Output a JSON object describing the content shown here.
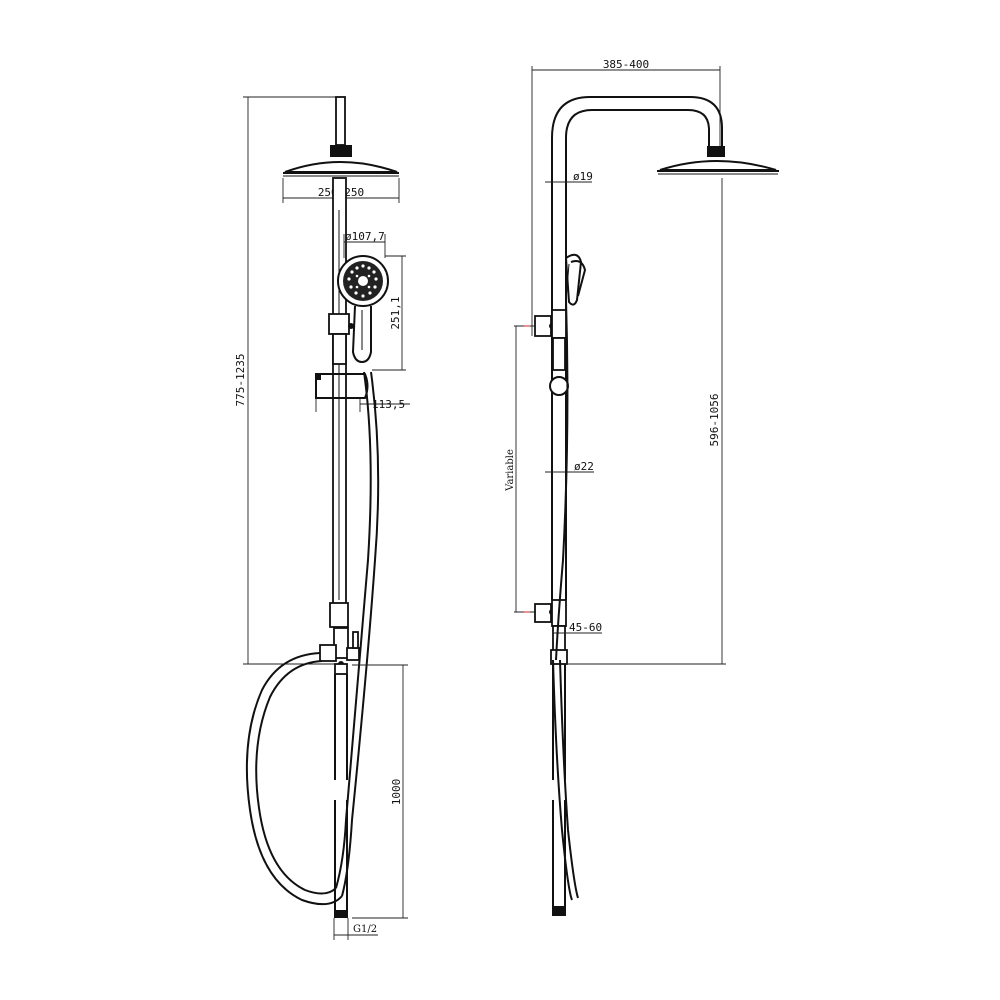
{
  "dimensions": {
    "head_size": "250*250",
    "handset_diameter": "ø107,7",
    "handset_height": "251,1",
    "holder_offset": "113,5",
    "overall_height": "775-1235",
    "hose_length": "1000",
    "connection_thread": "G1/2",
    "arm_reach": "385-400",
    "riser_top_diameter": "ø19",
    "riser_diameter": "ø22",
    "variable_label": "Variable",
    "bracket_spacing": "45-60",
    "inlet_to_head_height": "596-1056"
  }
}
